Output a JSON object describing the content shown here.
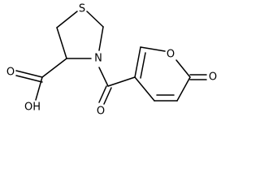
{
  "molecule": {
    "atoms": {
      "sulfur": "S",
      "nitrogen": "N",
      "acid_hydroxyl": "OH",
      "acid_carbonyl_oxygen": "O",
      "amide_oxygen": "O",
      "ring_oxygen": "O",
      "lactone_carbonyl_oxygen": "O"
    }
  },
  "colors": {
    "bond": "#000000",
    "label": "#000000",
    "background": "#ffffff"
  }
}
